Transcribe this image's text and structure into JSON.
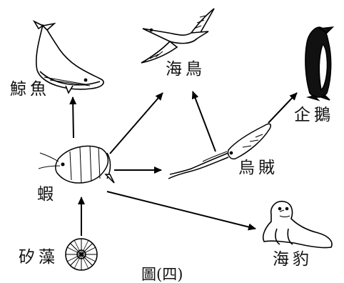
{
  "labels": {
    "whale": "鯨魚",
    "seabird": "海鳥",
    "penguin": "企鵝",
    "squid": "烏賊",
    "shrimp": "蝦",
    "diatom": "矽藻",
    "seal": "海豹"
  },
  "caption": "圖(四)",
  "icons": {
    "whale": "whale-icon",
    "seabird": "seabird-icon",
    "penguin": "penguin-icon",
    "squid": "squid-icon",
    "shrimp": "shrimp-icon",
    "diatom": "diatom-icon",
    "seal": "seal-icon"
  },
  "arrows": [
    {
      "from": "diatom",
      "to": "shrimp"
    },
    {
      "from": "shrimp",
      "to": "whale"
    },
    {
      "from": "shrimp",
      "to": "seabird"
    },
    {
      "from": "shrimp",
      "to": "squid"
    },
    {
      "from": "shrimp",
      "to": "seal"
    },
    {
      "from": "squid",
      "to": "seabird"
    },
    {
      "from": "squid",
      "to": "penguin"
    }
  ]
}
